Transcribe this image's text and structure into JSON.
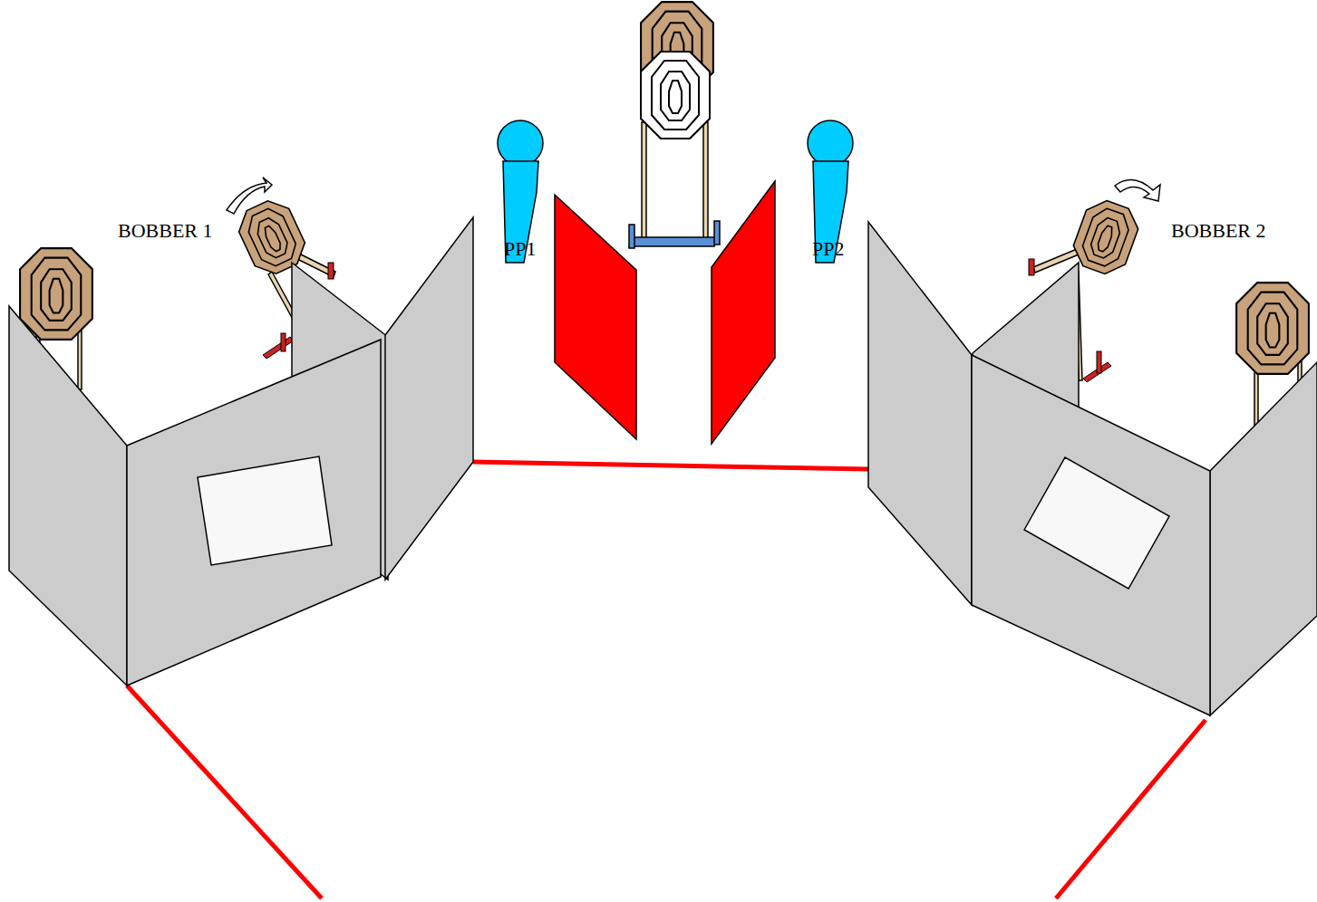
{
  "diagram": {
    "labels": [
      "BOBBER 1",
      "PP1",
      "PP2",
      "BOBBER 2"
    ]
  }
}
